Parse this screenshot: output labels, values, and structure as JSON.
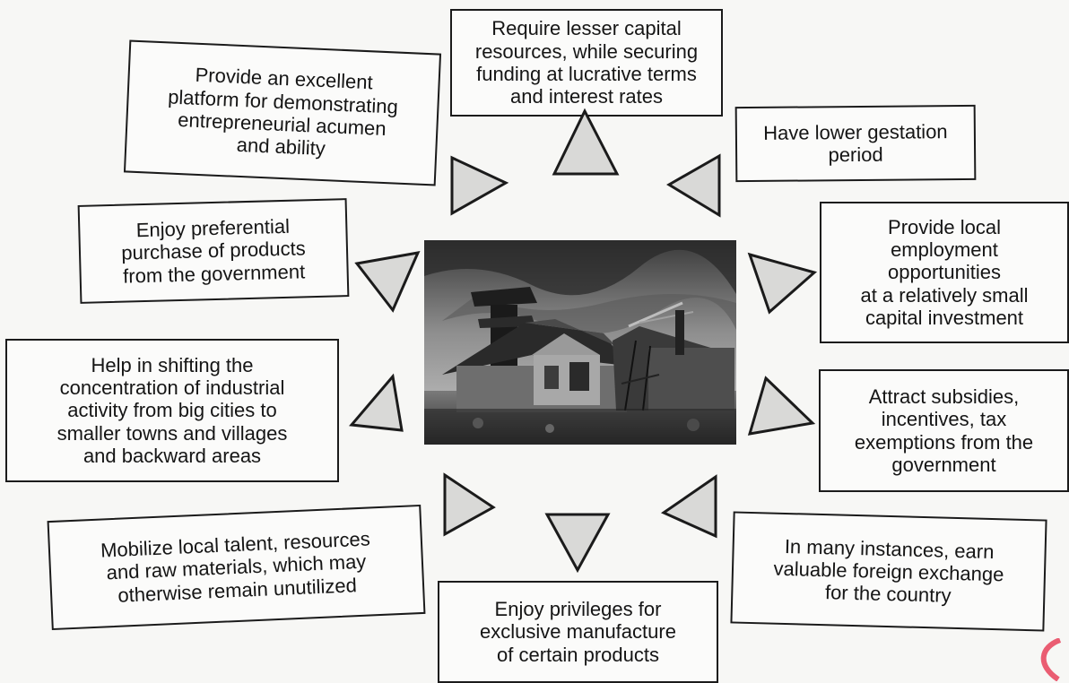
{
  "boxes": {
    "b1": "Provide an excellent\nplatform for demonstrating\nentrepreneurial acumen\nand ability",
    "b2": "Require lesser capital\nresources, while securing\nfunding at lucrative terms\nand interest rates",
    "b3": "Have lower gestation\nperiod",
    "b4": "Enjoy preferential\npurchase of products\nfrom the government",
    "b5": "Provide local\nemployment\nopportunities\nat a relatively small\ncapital investment",
    "b6": "Help in shifting the\nconcentration of industrial\nactivity from big cities to\nsmaller towns and villages\nand backward areas",
    "b7": "Attract subsidies,\nincentives, tax\nexemptions from the\ngovernment",
    "b8": "Mobilize local talent, resources\nand raw materials, which may\notherwise remain unutilized",
    "b9": "Enjoy privileges for\nexclusive manufacture\nof certain products",
    "b10": "In many instances, earn\nvaluable foreign exchange\nfor the country"
  },
  "colors": {
    "border": "#1b1b1b",
    "triangle_fill": "#d9d9d7",
    "background": "#f7f7f5",
    "watermark": "#e8425a"
  },
  "center_image": "photo of a small industrial factory building (black and white)"
}
